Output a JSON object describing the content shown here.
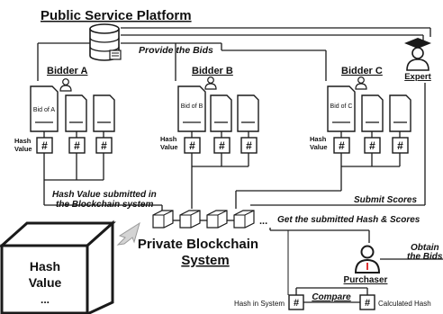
{
  "platform_title": "Public Service Platform",
  "provide_bids": "Provide the Bids",
  "bidders": [
    {
      "name": "Bidder A",
      "doc_label": "Bid of A"
    },
    {
      "name": "Bidder B",
      "doc_label": "Bid of B"
    },
    {
      "name": "Bidder C",
      "doc_label": "Bid of C"
    }
  ],
  "expert_label": "Expert",
  "hash_value_label": [
    "Hash",
    "Value"
  ],
  "hash_symbol": "#",
  "hash_submitted": [
    "Hash Value submitted in",
    "the Blockchain system"
  ],
  "submit_scores": "Submit Scores",
  "get_submitted": "Get the submitted Hash & Scores",
  "ellipsis": "...",
  "blockchain_label": [
    "Private Blockchain",
    "System"
  ],
  "cube_text": [
    "Hash",
    "Value",
    "..."
  ],
  "purchaser_label": "Purchaser",
  "obtain_bids": [
    "Obtain",
    "the Bids"
  ],
  "hash_in_system": "Hash in System",
  "compare": "Compare",
  "calculated_hash": "Calculated Hash"
}
